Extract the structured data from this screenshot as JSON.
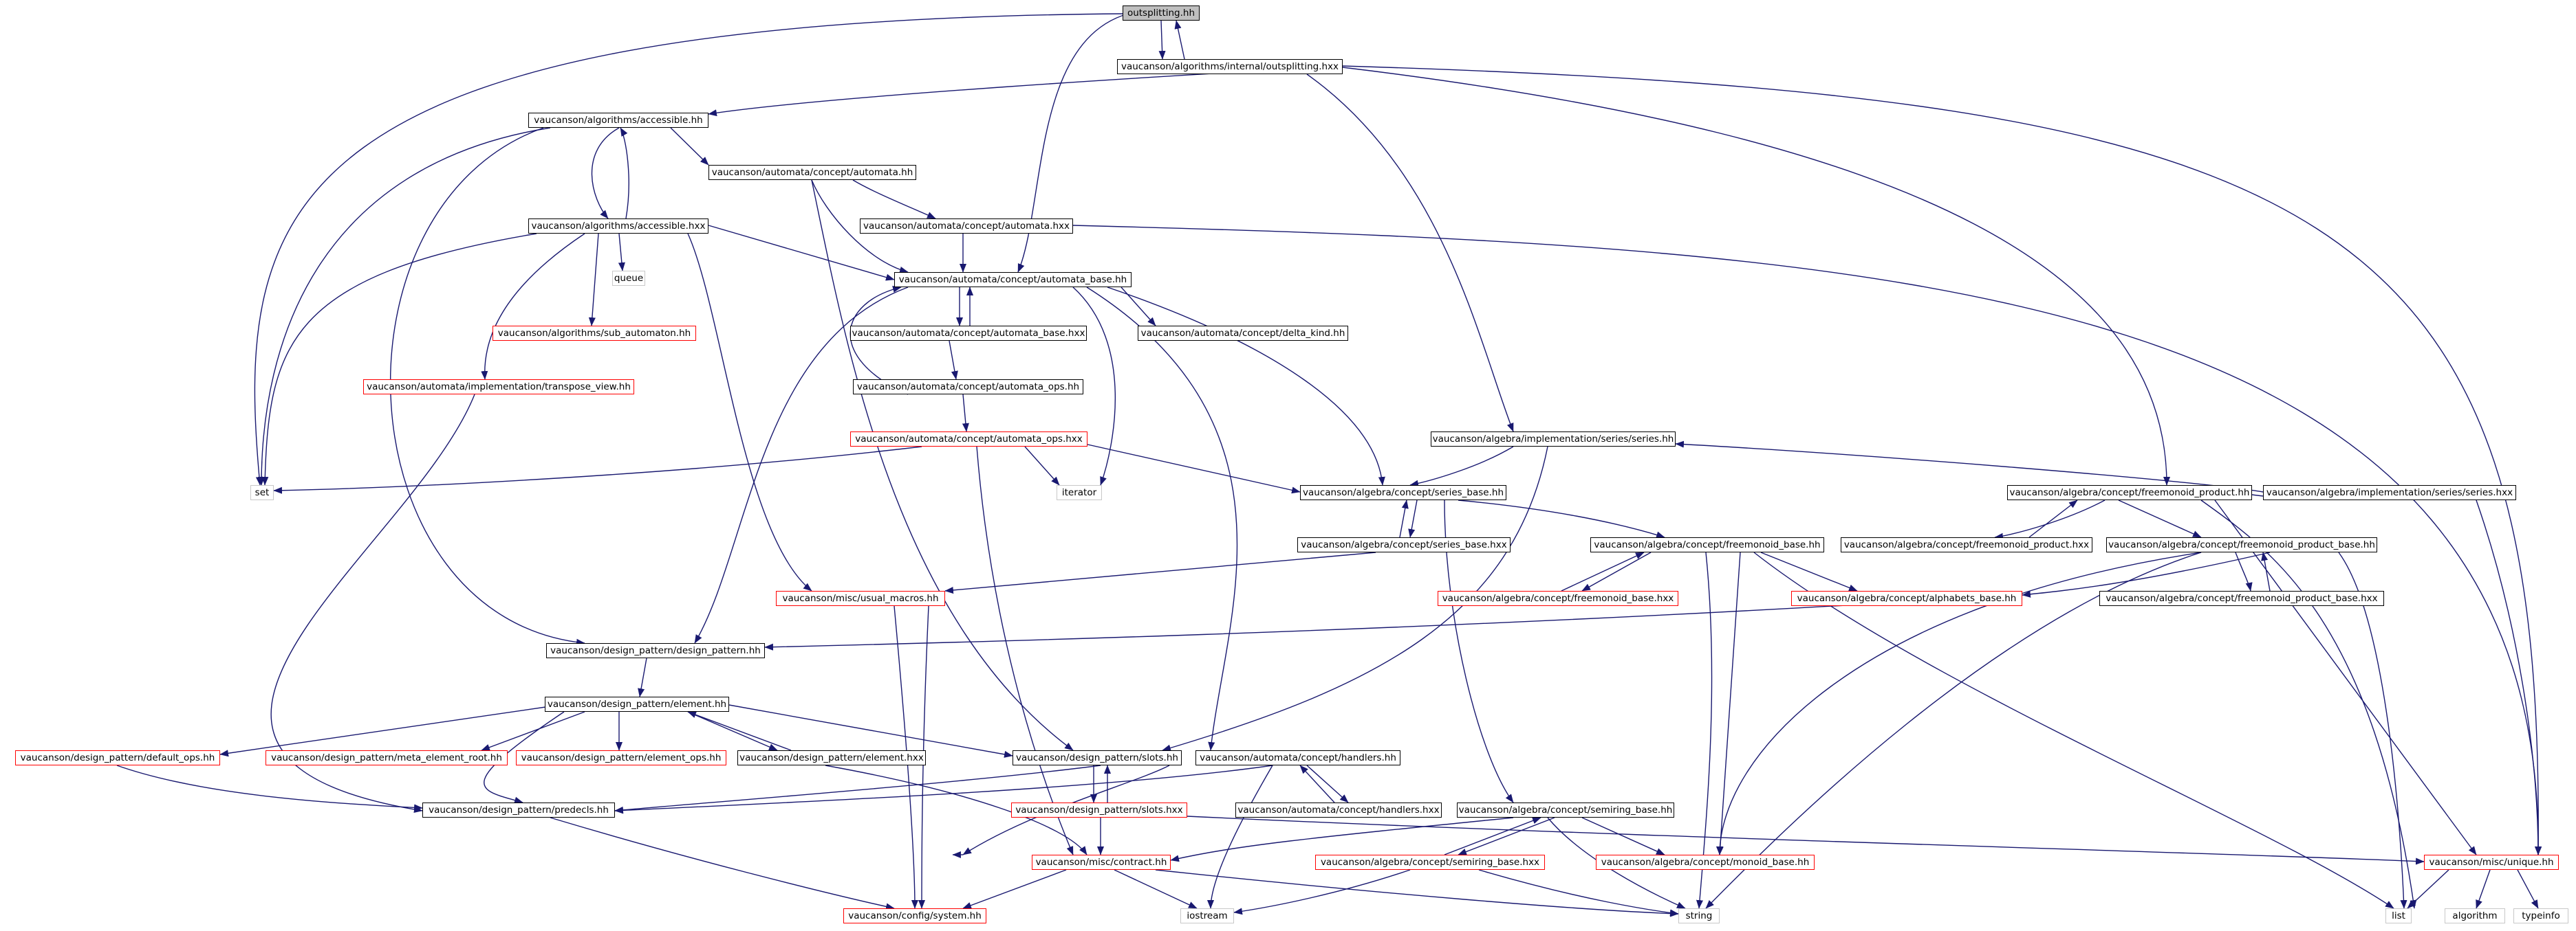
{
  "colors": {
    "edge": "#191970",
    "text": "#000000",
    "border": "#000000",
    "incomplete_border": "#ff0000",
    "external_border": "#c8c8c8",
    "root_fill": "#bfbfbf"
  },
  "nodes": [
    {
      "id": "n_outsplitting",
      "label": "outsplitting.hh",
      "kind": "root"
    },
    {
      "id": "n_outsplitting_hxx",
      "label": "vaucanson/algorithms/internal/outsplitting.hxx",
      "kind": "normal"
    },
    {
      "id": "n_accessible_hh",
      "label": "vaucanson/algorithms/accessible.hh",
      "kind": "normal"
    },
    {
      "id": "n_automata_hh",
      "label": "vaucanson/automata/concept/automata.hh",
      "kind": "normal"
    },
    {
      "id": "n_accessible_hxx",
      "label": "vaucanson/algorithms/accessible.hxx",
      "kind": "normal"
    },
    {
      "id": "n_automata_hxx",
      "label": "vaucanson/automata/concept/automata.hxx",
      "kind": "normal"
    },
    {
      "id": "n_automata_base_hh",
      "label": "vaucanson/automata/concept/automata_base.hh",
      "kind": "normal"
    },
    {
      "id": "n_queue",
      "label": "queue",
      "kind": "external"
    },
    {
      "id": "n_sub_automaton",
      "label": "vaucanson/algorithms/sub_automaton.hh",
      "kind": "red"
    },
    {
      "id": "n_automata_base_hxx",
      "label": "vaucanson/automata/concept/automata_base.hxx",
      "kind": "normal"
    },
    {
      "id": "n_delta_kind",
      "label": "vaucanson/automata/concept/delta_kind.hh",
      "kind": "normal"
    },
    {
      "id": "n_transpose_view",
      "label": "vaucanson/automata/implementation/transpose_view.hh",
      "kind": "red"
    },
    {
      "id": "n_automata_ops_hh",
      "label": "vaucanson/automata/concept/automata_ops.hh",
      "kind": "normal"
    },
    {
      "id": "n_automata_ops_hxx",
      "label": "vaucanson/automata/concept/automata_ops.hxx",
      "kind": "red"
    },
    {
      "id": "n_set",
      "label": "set",
      "kind": "external"
    },
    {
      "id": "n_iterator",
      "label": "iterator",
      "kind": "external"
    },
    {
      "id": "n_series_hh",
      "label": "vaucanson/algebra/implementation/series/series.hh",
      "kind": "normal"
    },
    {
      "id": "n_series_base_hh",
      "label": "vaucanson/algebra/concept/series_base.hh",
      "kind": "normal"
    },
    {
      "id": "n_freemonoid_product_hh",
      "label": "vaucanson/algebra/concept/freemonoid_product.hh",
      "kind": "normal"
    },
    {
      "id": "n_series_hxx",
      "label": "vaucanson/algebra/implementation/series/series.hxx",
      "kind": "normal"
    },
    {
      "id": "n_series_base_hxx",
      "label": "vaucanson/algebra/concept/series_base.hxx",
      "kind": "normal"
    },
    {
      "id": "n_freemonoid_base_hh",
      "label": "vaucanson/algebra/concept/freemonoid_base.hh",
      "kind": "normal"
    },
    {
      "id": "n_freemonoid_product_hxx",
      "label": "vaucanson/algebra/concept/freemonoid_product.hxx",
      "kind": "normal"
    },
    {
      "id": "n_freemonoid_product_base_hh",
      "label": "vaucanson/algebra/concept/freemonoid_product_base.hh",
      "kind": "normal"
    },
    {
      "id": "n_usual_macros",
      "label": "vaucanson/misc/usual_macros.hh",
      "kind": "red"
    },
    {
      "id": "n_freemonoid_base_hxx",
      "label": "vaucanson/algebra/concept/freemonoid_base.hxx",
      "kind": "red"
    },
    {
      "id": "n_alphabets_base",
      "label": "vaucanson/algebra/concept/alphabets_base.hh",
      "kind": "red"
    },
    {
      "id": "n_freemonoid_product_base_hxx",
      "label": "vaucanson/algebra/concept/freemonoid_product_base.hxx",
      "kind": "normal"
    },
    {
      "id": "n_design_pattern_hh",
      "label": "vaucanson/design_pattern/design_pattern.hh",
      "kind": "normal"
    },
    {
      "id": "n_element_hh",
      "label": "vaucanson/design_pattern/element.hh",
      "kind": "normal"
    },
    {
      "id": "n_default_ops",
      "label": "vaucanson/design_pattern/default_ops.hh",
      "kind": "red"
    },
    {
      "id": "n_meta_element_root",
      "label": "vaucanson/design_pattern/meta_element_root.hh",
      "kind": "red"
    },
    {
      "id": "n_element_ops",
      "label": "vaucanson/design_pattern/element_ops.hh",
      "kind": "red"
    },
    {
      "id": "n_element_hxx",
      "label": "vaucanson/design_pattern/element.hxx",
      "kind": "normal"
    },
    {
      "id": "n_slots_hh",
      "label": "vaucanson/design_pattern/slots.hh",
      "kind": "normal"
    },
    {
      "id": "n_handlers_hh",
      "label": "vaucanson/automata/concept/handlers.hh",
      "kind": "normal"
    },
    {
      "id": "n_predecls",
      "label": "vaucanson/design_pattern/predecls.hh",
      "kind": "normal"
    },
    {
      "id": "n_slots_hxx",
      "label": "vaucanson/design_pattern/slots.hxx",
      "kind": "red"
    },
    {
      "id": "n_handlers_hxx",
      "label": "vaucanson/automata/concept/handlers.hxx",
      "kind": "normal"
    },
    {
      "id": "n_semiring_base_hh",
      "label": "vaucanson/algebra/concept/semiring_base.hh",
      "kind": "normal"
    },
    {
      "id": "n_contract",
      "label": "vaucanson/misc/contract.hh",
      "kind": "red"
    },
    {
      "id": "n_semiring_base_hxx",
      "label": "vaucanson/algebra/concept/semiring_base.hxx",
      "kind": "red"
    },
    {
      "id": "n_monoid_base",
      "label": "vaucanson/algebra/concept/monoid_base.hh",
      "kind": "red"
    },
    {
      "id": "n_unique",
      "label": "vaucanson/misc/unique.hh",
      "kind": "red"
    },
    {
      "id": "n_system",
      "label": "vaucanson/config/system.hh",
      "kind": "red"
    },
    {
      "id": "n_iostream",
      "label": "iostream",
      "kind": "external"
    },
    {
      "id": "n_string",
      "label": "string",
      "kind": "external"
    },
    {
      "id": "n_list",
      "label": "list",
      "kind": "external"
    },
    {
      "id": "n_algorithm",
      "label": "algorithm",
      "kind": "external"
    },
    {
      "id": "n_typeinfo",
      "label": "typeinfo",
      "kind": "external"
    }
  ]
}
